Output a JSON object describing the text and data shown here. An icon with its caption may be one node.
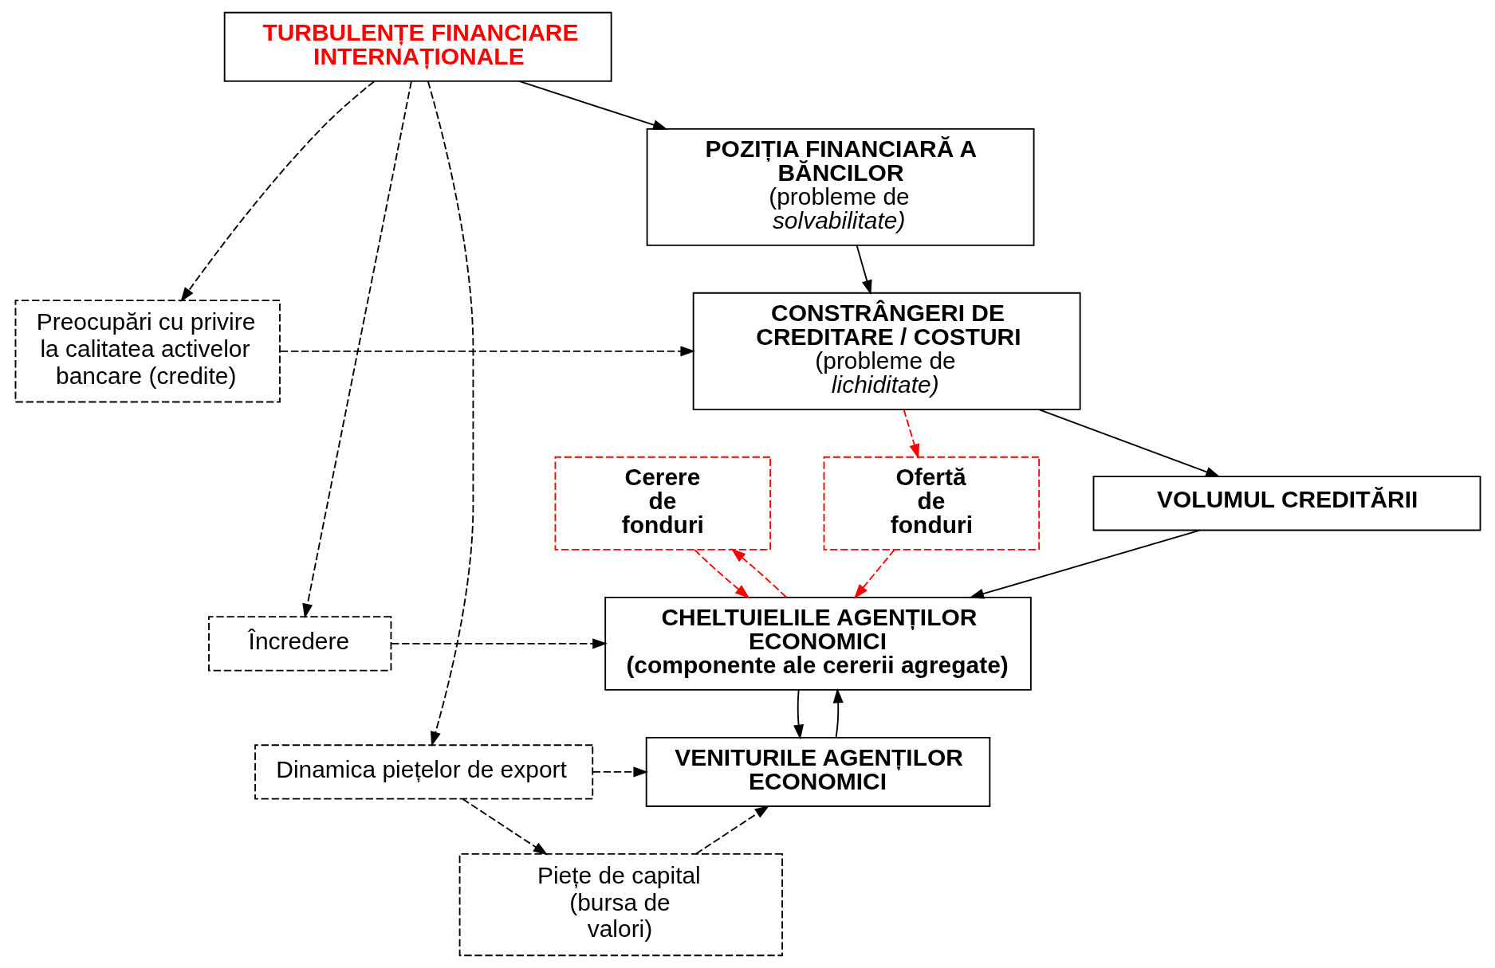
{
  "diagram": {
    "nodes": [
      {
        "text": [
          "TURBULENȚE FINANCIARE INTERNAȚIONALE"
        ]
      },
      {
        "text": [
          "POZIȚIA FINANCIARĂ A BĂNCILOR",
          "(probleme de *solvabilitate)*"
        ]
      },
      {
        "text": [
          "Preocupări cu privire la calitatea activelor bancare (credite)"
        ]
      },
      {
        "text": [
          "CONSTRÂNGERI DE CREDITARE / COSTURI",
          "(probleme de *lichiditate)*"
        ]
      },
      {
        "text": [
          "VOLUMUL CREDITĂRII"
        ]
      },
      {
        "text": [
          "Ofertă de fonduri"
        ]
      },
      {
        "text": [
          "Cerere de fonduri"
        ]
      },
      {
        "text": [
          "Încredere"
        ]
      },
      {
        "text": [
          "CHELTUIELILE AGENȚILOR ECONOMICI",
          "(componente ale cererii agregate)"
        ]
      },
      {
        "text": [
          "Dinamica piețelor de export"
        ]
      },
      {
        "text": [
          "VENITURILE AGENȚILOR ECONOMICI"
        ]
      },
      {
        "text": [
          "Piețe de capital (bursa de valori)"
        ]
      }
    ],
    "edges": [
      {
        "from": 0,
        "to": 1,
        "arrow": "to"
      },
      {
        "from": 0,
        "to": 2,
        "arrow": "to",
        "style": "dashed"
      },
      {
        "from": 0,
        "to": 7,
        "arrow": "to",
        "style": "dashed"
      },
      {
        "from": 0,
        "to": 9,
        "arrow": "to",
        "style": "dashed"
      },
      {
        "from": 1,
        "to": 3,
        "arrow": "to"
      },
      {
        "from": 2,
        "to": 3,
        "arrow": "to",
        "style": "dashed"
      },
      {
        "from": 3,
        "to": 5,
        "arrow": "to",
        "style": "dashed",
        "color": "#ff0000"
      },
      {
        "from": 3,
        "to": 4,
        "arrow": "to"
      },
      {
        "from": 4,
        "to": 8,
        "arrow": "to"
      },
      {
        "from": 5,
        "to": 8,
        "arrow": "to",
        "style": "dashed",
        "color": "#ff0000"
      },
      {
        "from": 6,
        "to": 8,
        "arrow": "to",
        "style": "dashed",
        "color": "#ff0000"
      },
      {
        "from": 7,
        "to": 8,
        "arrow": "to",
        "style": "dashed"
      },
      {
        "from": 8,
        "to": 6,
        "arrow": "to",
        "style": "dashed",
        "color": "#ff0000"
      },
      {
        "from": 10,
        "to": 8,
        "arrow": "to"
      },
      {
        "from": 8,
        "to": 10,
        "arrow": "to"
      },
      {
        "from": 9,
        "to": 10,
        "arrow": "to",
        "style": "dashed"
      },
      {
        "from": 9,
        "to": 11,
        "arrow": "to",
        "style": "dashed"
      },
      {
        "from": 11,
        "to": 10,
        "arrow": "to",
        "style": "dashed"
      }
    ]
  }
}
